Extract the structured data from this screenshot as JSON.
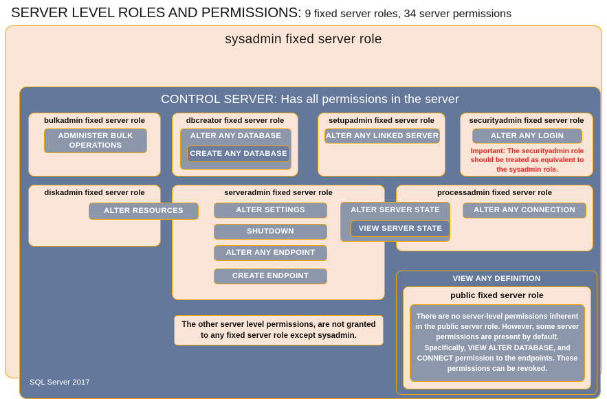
{
  "header": {
    "title_strong": "SERVER LEVEL ROLES AND PERMISSIONS:",
    "title_rest": "9 fixed server roles, 34 server permissions"
  },
  "sysadmin": {
    "title": "sysadmin fixed server role"
  },
  "control_server": {
    "title": "CONTROL SERVER: Has all permissions in the server"
  },
  "roles": {
    "bulkadmin": {
      "title": "bulkadmin fixed server role",
      "permissions": [
        {
          "label": "ADMINISTER  BULK OPERATIONS"
        }
      ]
    },
    "dbcreator": {
      "title": "dbcreator fixed server role",
      "permissions": [
        {
          "label": "ALTER ANY DATABASE"
        },
        {
          "label": "CREATE ANY DATABASE"
        }
      ]
    },
    "setupadmin": {
      "title": "setupadmin fixed server role",
      "permissions": [
        {
          "label": "ALTER ANY LINKED SERVER"
        }
      ]
    },
    "securityadmin": {
      "title": "securityadmin fixed server role",
      "permissions": [
        {
          "label": "ALTER ANY LOGIN"
        }
      ],
      "note": "Important:  The securityadmin role should  be treated as equivalent to the sysadmin role."
    },
    "diskadmin": {
      "title": "diskadmin fixed server role",
      "permissions": [
        {
          "label": "ALTER RESOURCES"
        }
      ]
    },
    "serveradmin": {
      "title": "serveradmin fixed server role",
      "permissions": [
        {
          "label": "ALTER SETTINGS"
        },
        {
          "label": "SHUTDOWN"
        },
        {
          "label": "ALTER ANY ENDPOINT"
        },
        {
          "label": "CREATE ENDPOINT"
        },
        {
          "label": "ALTER SERVER STATE"
        },
        {
          "label": "VIEW SERVER STATE"
        }
      ]
    },
    "processadmin": {
      "title": "processadmin fixed server role",
      "permissions": [
        {
          "label": "ALTER ANY CONNECTION"
        }
      ]
    },
    "public": {
      "view_any_definition": "VIEW ANY DEFINITION",
      "title": "public  fixed server role",
      "body": "There are no server-level permissions inherent in the public server role. However, some server permissions are present by default. Specifically, VIEW ALTER DATABASE, and CONNECT permission to the endpoints. These permissions can be revoked."
    }
  },
  "notes": {
    "other_permissions": "The other server level permissions,  are not granted to any fixed server role except sysadmin."
  },
  "footer": {
    "product": "SQL Server 2017"
  },
  "colors": {
    "cream_panel": "#fbe5d6",
    "gold_border": "#f0a500",
    "slate_background": "#64789c",
    "permission_fill": "#8c97ab",
    "permission_nested_fill": "#6a7d9e",
    "alert_red": "#ef2020"
  }
}
